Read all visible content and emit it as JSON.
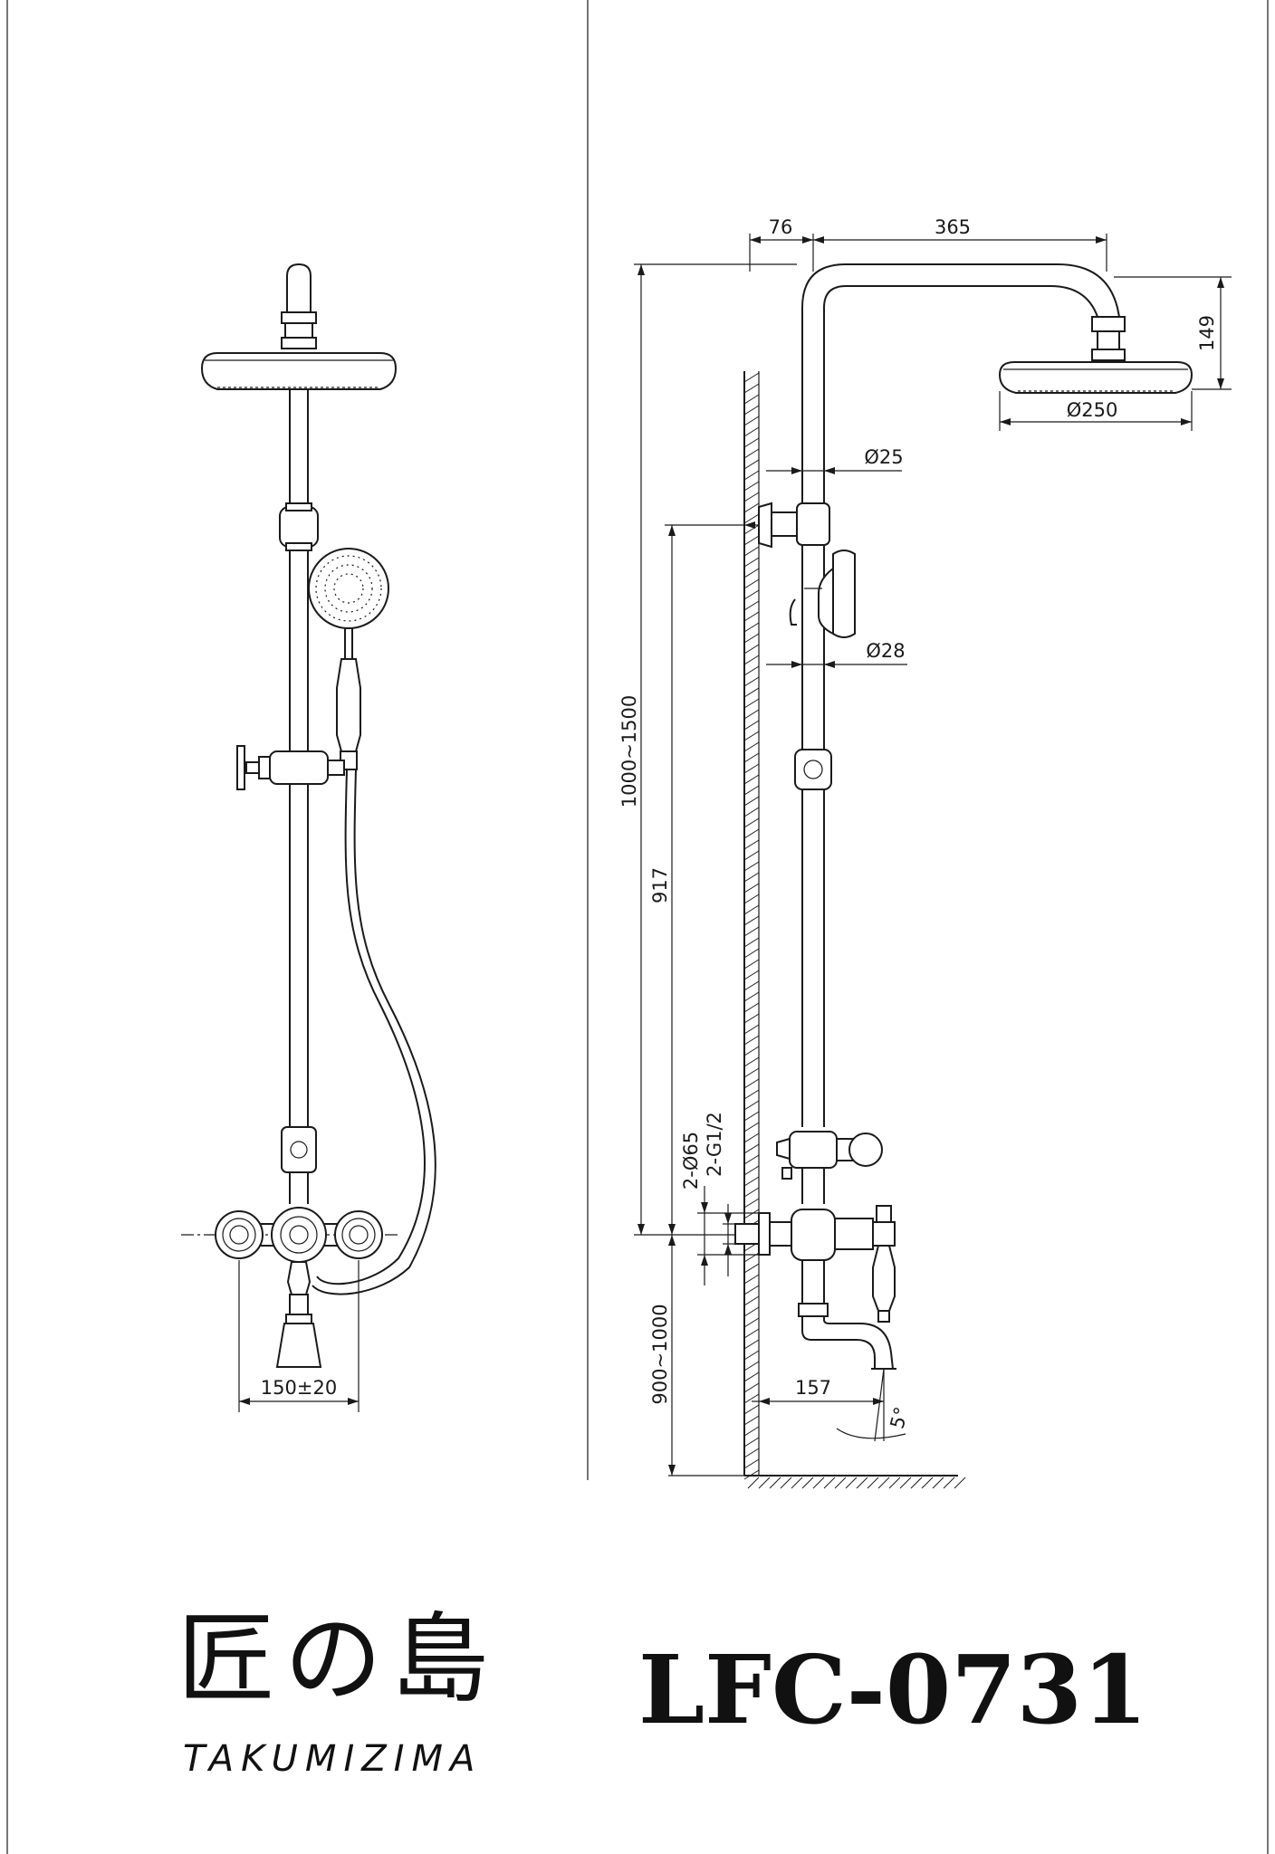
{
  "brand": {
    "name_jp": "匠の島",
    "name_en": "TAKUMIZIMA"
  },
  "model": "LFC-0731",
  "front_view": {
    "dim_spacing": "150±20"
  },
  "side_view": {
    "dim_arm_offset": "76",
    "dim_arm_reach": "365",
    "dim_head_height": "149",
    "dim_head_diameter": "Ø250",
    "dim_pipe_upper": "Ø25",
    "dim_pipe_lower": "Ø28",
    "dim_total_height": "1000~1500",
    "dim_bracket_height": "917",
    "dim_flange": "2-Ø65",
    "dim_thread": "2-G1/2",
    "dim_mixer_height": "900~1000",
    "dim_spout_reach": "157",
    "dim_spout_angle": "5°"
  },
  "colors": {
    "line": "#1a1a1a",
    "background": "#ffffff"
  }
}
